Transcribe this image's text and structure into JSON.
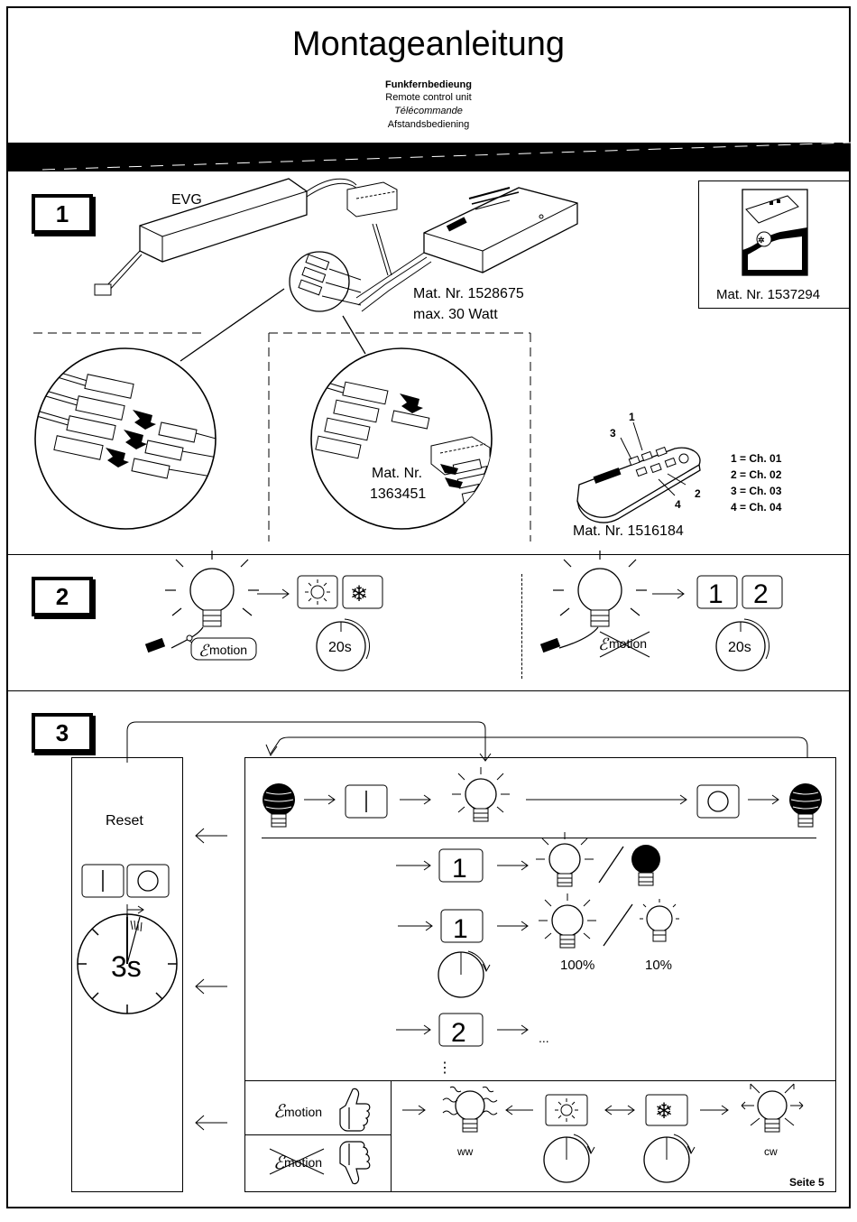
{
  "header": {
    "title": "Montageanleitung",
    "subtitle_de": "Funkfernbedieung",
    "subtitle_en": "Remote control unit",
    "subtitle_fr": "Télécommande",
    "subtitle_nl": "Afstandsbediening"
  },
  "section1": {
    "step": "1",
    "evg_label": "EVG",
    "receiver_mat": "Mat. Nr.  1528675",
    "receiver_power": "max. 30 Watt",
    "battery_mat": "Mat. Nr. 1537294",
    "distributor_mat_line1": "Mat. Nr.",
    "distributor_mat_line2": "1363451",
    "remote_mat": "Mat. Nr. 1516184",
    "remote_callouts": [
      "1",
      "2",
      "3",
      "4"
    ],
    "channels": [
      "1 = Ch. 01",
      "2 = Ch. 02",
      "3 = Ch. 03",
      "4 = Ch. 04"
    ]
  },
  "section2": {
    "step": "2",
    "emotion_label": "motion",
    "timer_label": "20s",
    "channel_buttons": [
      "1",
      "2"
    ]
  },
  "section3": {
    "step": "3",
    "reset_label": "Reset",
    "timer_label": "3s",
    "ch1": "1",
    "ch2": "2",
    "pct_100": "100%",
    "pct_10": "10%",
    "ellipsis": "...",
    "vertical_ellipsis": "⋮",
    "emotion_label": "motion",
    "ww_label": "ww",
    "cw_label": "cw",
    "page": "Seite 5"
  }
}
